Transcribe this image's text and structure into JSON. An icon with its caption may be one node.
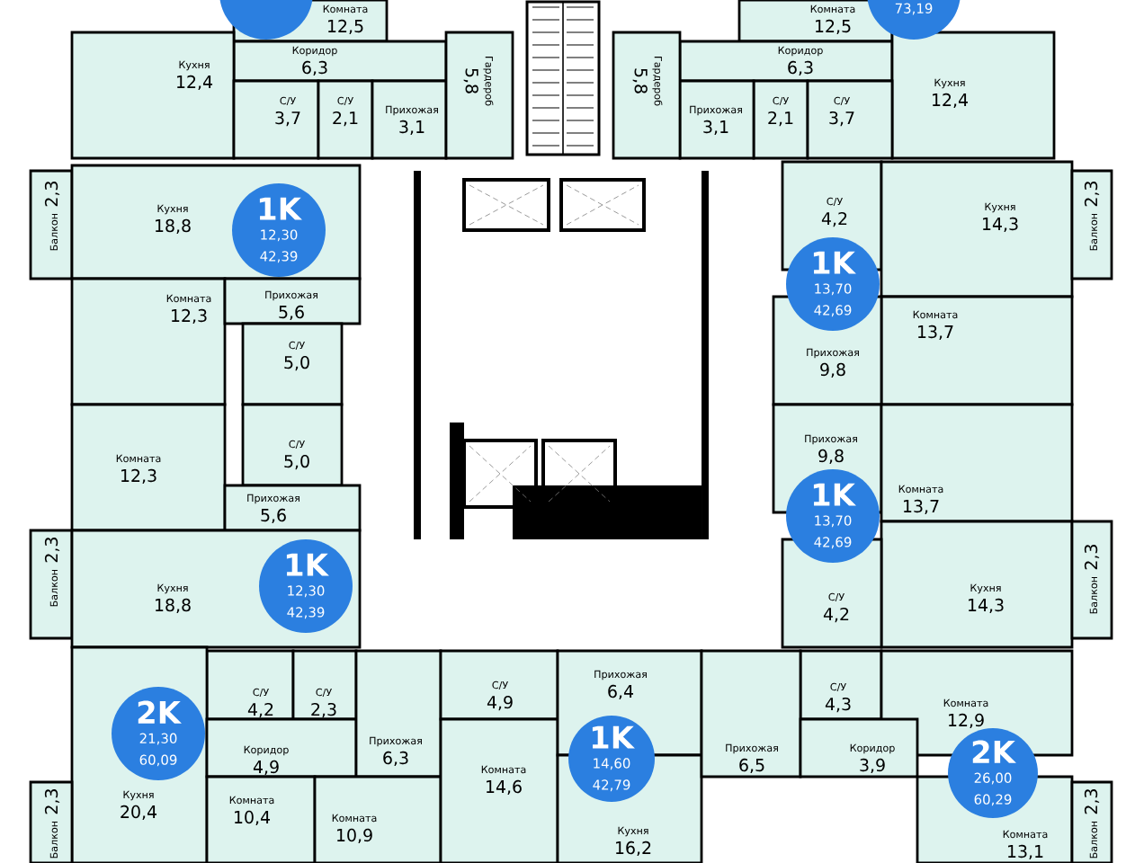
{
  "diagram": {
    "nodes": [
      {
        "text": [
          "Комната",
          "12,5"
        ]
      },
      {
        "text": [],
        "shape": "circle"
      },
      {
        "text": [
          "Коридор",
          "6,3"
        ]
      },
      {
        "text": [
          "Кухня",
          "12,4"
        ]
      },
      {
        "text": [
          "С/У",
          "3,7"
        ]
      },
      {
        "text": [
          "С/У",
          "2,1"
        ]
      },
      {
        "text": [
          "Прихожая",
          "3,1"
        ]
      },
      {
        "text": [
          "Гардероб",
          "5,8"
        ]
      },
      {
        "text": [
          "Комната",
          "12,5"
        ]
      },
      {
        "text": [
          "73,19"
        ]
      },
      {
        "text": [
          "Коридор",
          "6,3"
        ]
      },
      {
        "text": [
          "Кухня",
          "12,4"
        ]
      },
      {
        "text": [
          "С/У",
          "2,1"
        ]
      },
      {
        "text": [
          "С/У",
          "3,7"
        ]
      },
      {
        "text": [
          "Прихожая",
          "3,1"
        ]
      },
      {
        "text": [
          "Гардероб",
          "5,8"
        ]
      },
      {
        "text": [
          "Балкон",
          "2,3"
        ]
      },
      {
        "text": [
          "Кухня",
          "18,8"
        ]
      },
      {
        "text": [
          "1K",
          "12,30",
          "42,39"
        ],
        "in": 17
      },
      {
        "text": [
          "Комната",
          "12,3"
        ]
      },
      {
        "text": [
          "Прихожая",
          "5,6"
        ]
      },
      {
        "text": [
          "С/У",
          "5,0"
        ]
      },
      {
        "text": [
          "С/У",
          "5,0"
        ]
      },
      {
        "text": [
          "Комната",
          "12,3"
        ]
      },
      {
        "text": [
          "Прихожая",
          "5,6"
        ]
      },
      {
        "text": [
          "Балкон",
          "2,3"
        ]
      },
      {
        "text": [
          "Кухня",
          "18,8"
        ]
      },
      {
        "text": [
          "1K",
          "12,30",
          "42,39"
        ],
        "in": 26
      },
      {
        "text": [
          "С/У",
          "4,2"
        ]
      },
      {
        "text": [
          "С/У",
          "2,3"
        ]
      },
      {
        "text": [
          "2K",
          "21,30",
          "60,09"
        ],
        "in": 31
      },
      {
        "text": [
          "Кухня",
          "20,4"
        ]
      },
      {
        "text": [
          "Коридор",
          "4,9"
        ]
      },
      {
        "text": [
          "Прихожая",
          "6,3"
        ]
      },
      {
        "text": [
          "Комната",
          "10,4"
        ]
      },
      {
        "text": [
          "Комната",
          "10,9"
        ]
      },
      {
        "text": [
          "Балкон",
          "2,3"
        ]
      },
      {
        "text": [
          "С/У",
          "4,9"
        ]
      },
      {
        "text": [
          "Комната",
          "14,6"
        ]
      },
      {
        "text": [
          "Прихожая",
          "6,4"
        ]
      },
      {
        "text": [
          "1K",
          "14,60",
          "42,79"
        ]
      },
      {
        "text": [
          "Кухня",
          "16,2"
        ]
      },
      {
        "text": [
          "С/У",
          "4,2"
        ]
      },
      {
        "text": [
          "Кухня",
          "14,3"
        ]
      },
      {
        "text": [
          "Балкон",
          "2,3"
        ]
      },
      {
        "text": [
          "1K",
          "13,70",
          "42,69"
        ]
      },
      {
        "text": [
          "Комната",
          "13,7"
        ]
      },
      {
        "text": [
          "Прихожая",
          "9,8"
        ]
      },
      {
        "text": [
          "Прихожая",
          "9,8"
        ]
      },
      {
        "text": [
          "Комната",
          "13,7"
        ]
      },
      {
        "text": [
          "1K",
          "13,70",
          "42,69"
        ]
      },
      {
        "text": [
          "Кухня",
          "14,3"
        ]
      },
      {
        "text": [
          "С/У",
          "4,2"
        ]
      },
      {
        "text": [
          "Балкон",
          "2,3"
        ]
      },
      {
        "text": [
          "С/У",
          "4,3"
        ]
      },
      {
        "text": [
          "Комната",
          "12,9"
        ]
      },
      {
        "text": [
          "Прихожая",
          "6,5"
        ]
      },
      {
        "text": [
          "Коридор",
          "3,9"
        ]
      },
      {
        "text": [
          "2K",
          "26,00",
          "60,29"
        ]
      },
      {
        "text": [
          "Комната",
          "13,1"
        ]
      },
      {
        "text": [
          "Балкон",
          "2,3"
        ]
      }
    ]
  }
}
